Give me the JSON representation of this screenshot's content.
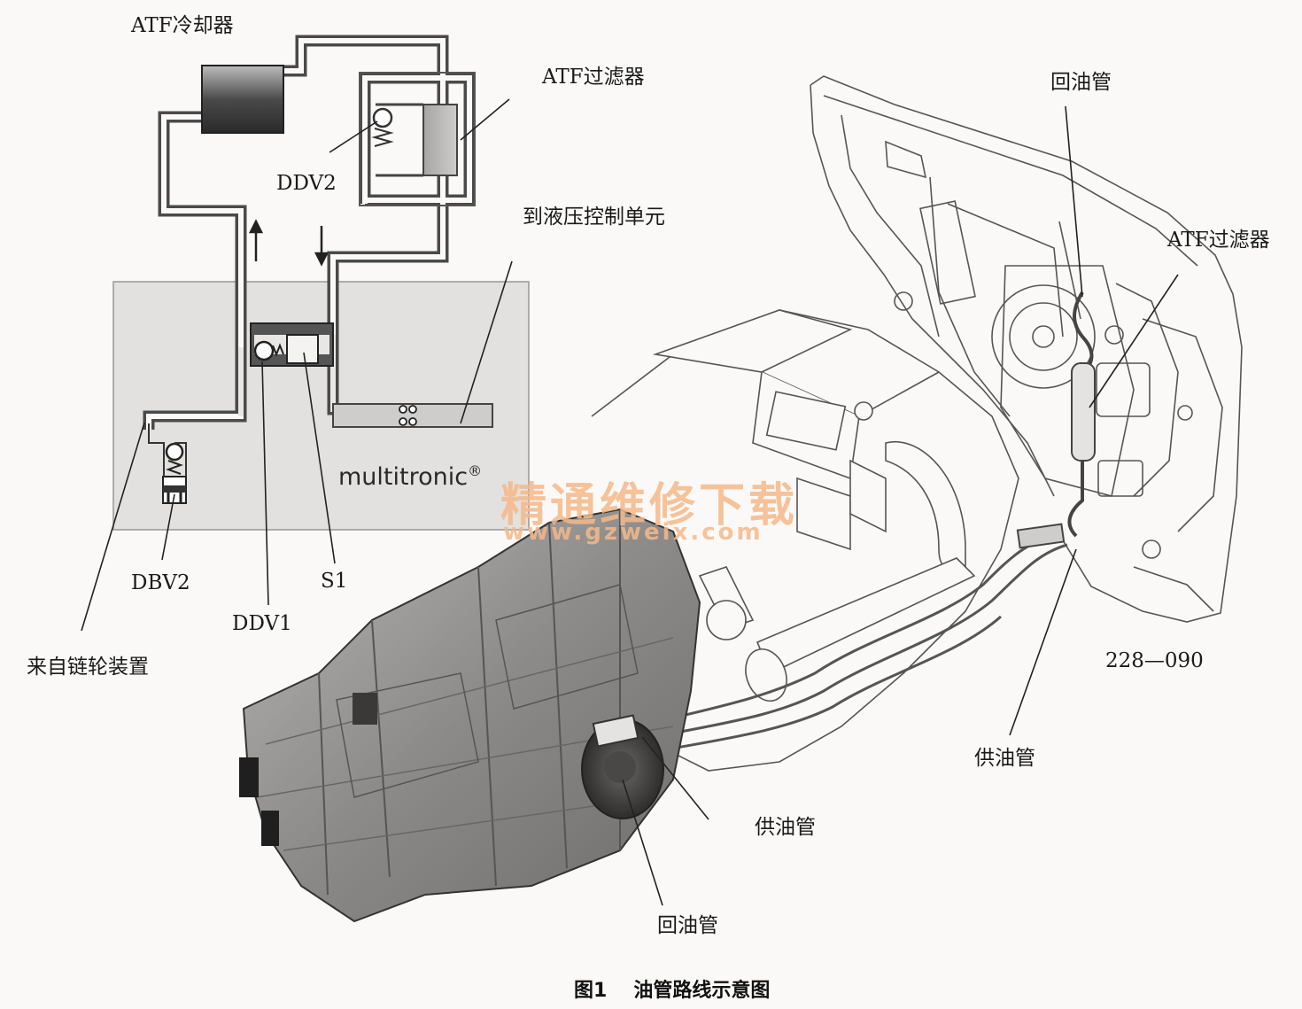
{
  "labels": {
    "atf_cooler": "ATF冷却器",
    "atf_filter_left": "ATF过滤器",
    "ddv2": "DDV2",
    "to_hydraulic_unit": "到液压控制单元",
    "multitronic": "multitronic",
    "registered_mark": "®",
    "dbv2": "DBV2",
    "ddv1": "DDV1",
    "s1": "S1",
    "from_sprocket": "来自链轮装置",
    "return_pipe_top": "回油管",
    "atf_filter_right": "ATF过滤器",
    "part_code": "228—090",
    "supply_pipe_right": "供油管",
    "supply_pipe_center": "供油管",
    "return_pipe_bottom": "回油管"
  },
  "watermark": {
    "name": "精通维修下载",
    "url": "www.gzweix.com"
  },
  "caption": {
    "number": "图1",
    "title": "油管路线示意图"
  },
  "colors": {
    "background": "#fbf9f7",
    "pipe": "#4a4a4a",
    "housing_fill": "#e3e1df",
    "watermark": "#f5b98a"
  }
}
